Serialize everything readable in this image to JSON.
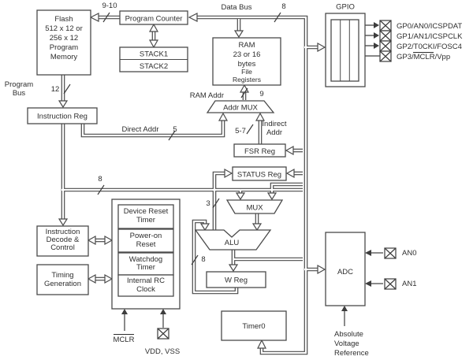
{
  "colors": {
    "line": "#4a4a4a",
    "text": "#2e2e2e",
    "background": "#ffffff"
  },
  "blocks": {
    "flash": {
      "lines": [
        "Flash",
        "512 x 12 or",
        "256 x 12",
        "Program",
        "Memory"
      ]
    },
    "program_counter": {
      "label": "Program Counter"
    },
    "stack": {
      "stack1": "STACK1",
      "stack2": "STACK2"
    },
    "ram": {
      "lines": [
        "RAM",
        "23 or 16",
        "bytes"
      ],
      "sublines": [
        "File",
        "Registers"
      ]
    },
    "addr_mux": {
      "label": "Addr MUX"
    },
    "instruction_reg": {
      "label": "Instruction Reg"
    },
    "fsr_reg": {
      "label": "FSR Reg"
    },
    "status_reg": {
      "label": "STATUS Reg"
    },
    "mux": {
      "label": "MUX"
    },
    "alu": {
      "label": "ALU"
    },
    "w_reg": {
      "label": "W Reg"
    },
    "instruction_decode": {
      "lines": [
        "Instruction",
        "Decode &",
        "Control"
      ]
    },
    "timing_generation": {
      "lines": [
        "Timing",
        "Generation"
      ]
    },
    "device_reset_timer": {
      "lines": [
        "Device Reset",
        "Timer"
      ]
    },
    "power_on_reset": {
      "lines": [
        "Power-on",
        "Reset"
      ]
    },
    "watchdog_timer": {
      "lines": [
        "Watchdog",
        "Timer"
      ]
    },
    "internal_rc_clock": {
      "lines": [
        "Internal RC",
        "Clock"
      ]
    },
    "timer0": {
      "label": "Timer0"
    },
    "gpio": {
      "label": "GPIO"
    },
    "adc": {
      "label": "ADC"
    }
  },
  "bus_labels": {
    "data_bus": "Data Bus",
    "program_bus": {
      "lines": [
        "Program",
        "Bus"
      ]
    },
    "ram_addr": "RAM Addr",
    "direct_addr": "Direct Addr",
    "indirect_addr": {
      "lines": [
        "Indirect",
        "Addr"
      ]
    }
  },
  "bus_widths": {
    "pc_to_flash": "9-10",
    "data_bus": "8",
    "program_bus": "12",
    "ram_addr": "9",
    "direct_addr": "5",
    "indirect_addr": "5-7",
    "internal_data_bus": "8",
    "status_to_alu": "3",
    "w_to_alu": "8"
  },
  "pins": {
    "gp0": "GP0/AN0/ICSPDAT",
    "gp1": "GP1/AN1/ICSPCLK",
    "gp2": "GP2/T0CKI/FOSC4",
    "gp3": "GP3/MCLR/Vpp",
    "an0": "AN0",
    "an1": "AN1",
    "mclr": "MCLR",
    "power": "VDD, VSS"
  },
  "annotations": {
    "abs_voltage_ref": {
      "lines": [
        "Absolute",
        "Voltage",
        "Reference"
      ]
    }
  }
}
